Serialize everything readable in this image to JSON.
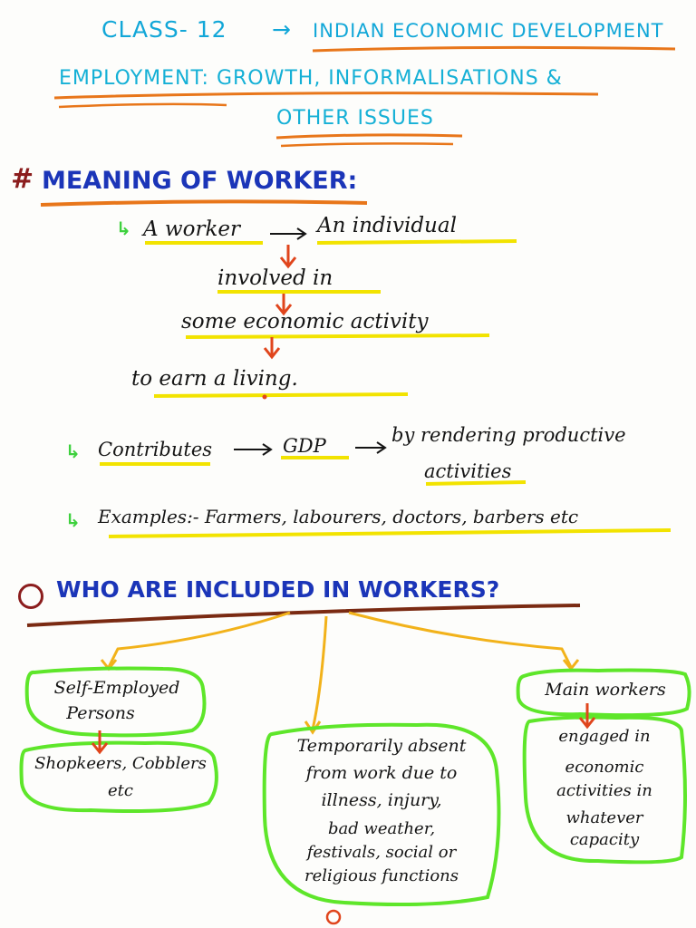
{
  "header": {
    "class_label": "CLASS- 12",
    "subject": "INDIAN ECONOMIC DEVELOPMENT",
    "chapter_line1": "EMPLOYMENT: GROWTH, INFORMALISATIONS &",
    "chapter_line2": "OTHER ISSUES"
  },
  "section1": {
    "heading": "MEANING OF WORKER:",
    "def_line1_a": "A worker",
    "def_line1_b": "An individual",
    "def_line2": "involved in",
    "def_line3": "some economic activity",
    "def_line4": "to earn a living.",
    "contrib_a": "Contributes",
    "contrib_b": "GDP",
    "contrib_c": "by rendering productive",
    "contrib_d": "activities",
    "examples": "Examples:- Farmers, labourers, doctors, barbers etc"
  },
  "section2": {
    "heading": "WHO ARE INCLUDED IN WORKERS?",
    "box1_title_l1": "Self-Employed",
    "box1_title_l2": "Persons",
    "box1_detail_l1": "Shopkeers, Cobblers",
    "box1_detail_l2": "etc",
    "box2_l1": "Temporarily absent",
    "box2_l2": "from work due to",
    "box2_l3": "illness, injury,",
    "box2_l4": "bad weather,",
    "box2_l5": "festivals, social or",
    "box2_l6": "religious functions",
    "box3_title": "Main workers",
    "box3_l1": "engaged in",
    "box3_l2": "economic",
    "box3_l3": "activities in",
    "box3_l4": "whatever",
    "box3_l5": "capacity"
  },
  "colors": {
    "title": "#12a7d8",
    "heading": "#1b35b8",
    "underline_orange": "#e8761a",
    "underline_yellow": "#f2e300",
    "arrow_red": "#e0451c",
    "box_green": "#5ee62a",
    "branch_yellow": "#f2b21a"
  }
}
